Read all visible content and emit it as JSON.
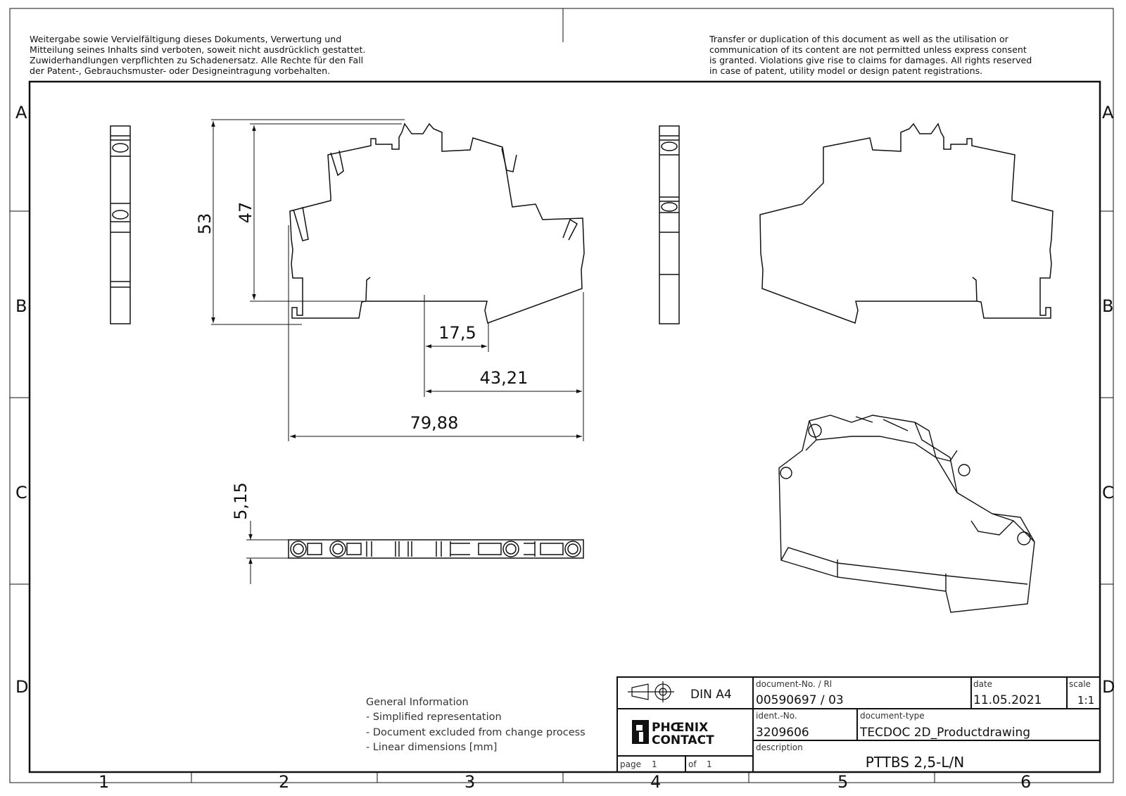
{
  "legal_notice": {
    "de": [
      "Weitergabe sowie Vervielfältigung dieses Dokuments, Verwertung und",
      "Mitteilung seines Inhalts sind verboten, soweit nicht ausdrücklich gestattet.",
      "Zuwiderhandlungen verpflichten zu Schadenersatz. Alle Rechte für den Fall",
      "der Patent-, Gebrauchsmuster- oder Designeintragung vorbehalten."
    ],
    "en": [
      "Transfer or duplication of this document as well as the utilisation or",
      "communication of its content are not permitted unless express consent",
      "is granted. Violations give rise to claims for damages. All rights reserved",
      "in case of patent, utility model or design patent registrations."
    ]
  },
  "zones": {
    "rows": [
      "A",
      "B",
      "C",
      "D"
    ],
    "columns": [
      "1",
      "2",
      "3",
      "4",
      "5",
      "6"
    ]
  },
  "dimensions": {
    "height_overall": "53",
    "height_inner": "47",
    "width_rail": "17,5",
    "width_offset": "43,21",
    "width_overall": "79,88",
    "thickness": "5,15"
  },
  "general_info": {
    "title": "General Information",
    "items": [
      "- Simplified representation",
      "- Document excluded from change process",
      "- Linear dimensions [mm]"
    ]
  },
  "title_block": {
    "format": "DIN A4",
    "brand_line1": "PHŒNIX",
    "brand_line2": "CONTACT",
    "page_label": "page",
    "page_value": "1",
    "of_label": "of",
    "of_value": "1",
    "doc_no_label": "document-No. / Rl",
    "doc_no_value": "00590697 / 03",
    "date_label": "date",
    "date_value": "11.05.2021",
    "scale_label": "scale",
    "scale_value": "1:1",
    "ident_label": "ident.-No.",
    "ident_value": "3209606",
    "doctype_label": "document-type",
    "doctype_value": "TECDOC 2D_Productdrawing",
    "desc_label": "description",
    "desc_value": "PTTBS 2,5-L/N"
  }
}
